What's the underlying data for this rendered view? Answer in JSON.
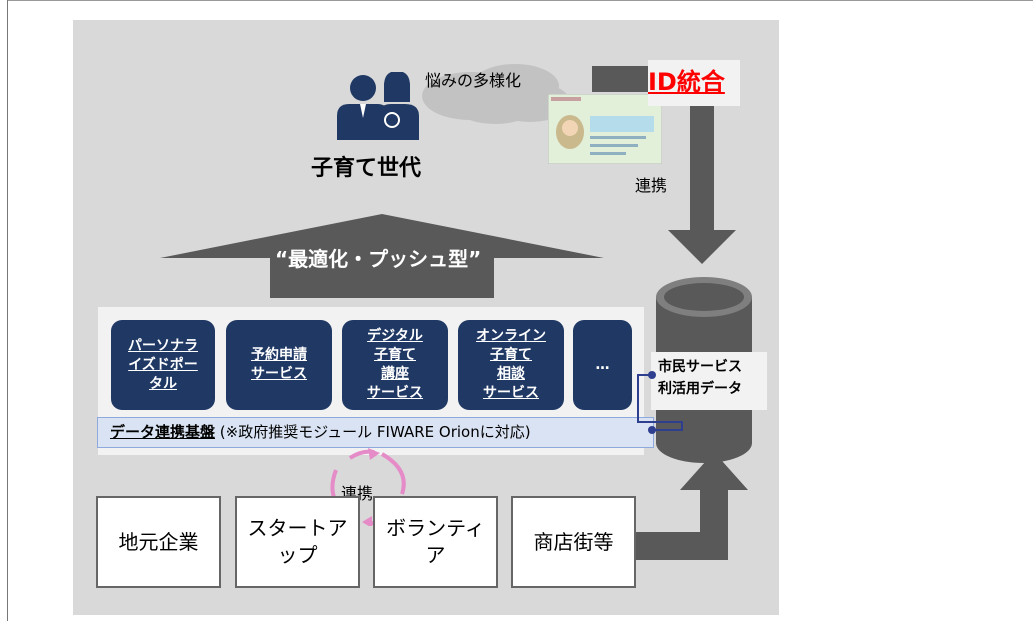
{
  "diagram": {
    "parent_label": "子育て世代",
    "worry_label": "悩みの多様化",
    "id_label": "ID統合",
    "link_label_top": "連携",
    "arrow_label": "“最適化・プッシュ型”",
    "services": [
      {
        "label": "パーソナラ\nイズドポー\nタル"
      },
      {
        "label": "予約申請\nサービス"
      },
      {
        "label": "デジタル\n子育て\n講座\nサービス"
      },
      {
        "label": "オンライン\n子育て\n相談\nサービス"
      },
      {
        "label": "…"
      }
    ],
    "platform_label_bold": "データ連携基盤",
    "platform_label_rest": " (※政府推奨モジュール FIWARE Orionに対応)",
    "database_label": "市民サービス\n利活用データ",
    "link_label_bottom": "連携",
    "actors": [
      {
        "label": "地元企業"
      },
      {
        "label": "スタートア\nップ"
      },
      {
        "label": "ボランティ\nア"
      },
      {
        "label": "商店街等"
      }
    ],
    "colors": {
      "navy": "#1f3864",
      "id_red": "#ff0000",
      "arrow_gray": "#595959",
      "panel_gray": "#d9d9d9",
      "platform_blue": "#dae3f3",
      "cycle_pink": "#e58bc8"
    }
  }
}
